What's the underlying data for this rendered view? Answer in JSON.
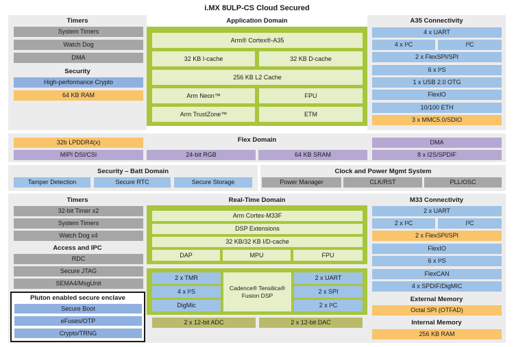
{
  "title": "i.MX 8ULP-CS Cloud Secured",
  "timers_top": {
    "header": "Timers",
    "items": [
      "System Timers",
      "Watch Dog",
      "DMA"
    ],
    "security_header": "Security",
    "security_items": [
      "High-performance Crypto",
      "64 KB RAM"
    ]
  },
  "app_domain": {
    "header": "Application Domain",
    "cortex": "Arm® Cortex®-A35",
    "icache": "32 KB I-cache",
    "dcache": "32 KB D-cache",
    "l2": "256 KB L2 Cache",
    "neon": "Arm Neon™",
    "fpu": "FPU",
    "trustzone": "Arm TrustZone™",
    "etm": "ETM"
  },
  "a35_conn": {
    "header": "A35 Connectivity",
    "uart": "4 x UART",
    "i2c_left": "4 x I²C",
    "i3c": "I³C",
    "flexspi": "2 x FlexSPI/SPI",
    "i2s": "6 x I²S",
    "usb": "1 x USB 2.0 OTG",
    "flexio": "FlexIO",
    "eth": "10/100 ETH",
    "mmc": "3 x MMC5.0/SDIO"
  },
  "flex_domain": {
    "header": "Flex Domain",
    "lpddr": "32b LPDDR4(x)",
    "mipi": "MIPI DSI/CSI",
    "rgb": "24-bit RGB",
    "sram": "64 KB SRAM",
    "dma": "DMA",
    "i2s_spdif": "8 x I2S/SPDIF"
  },
  "security_batt": {
    "header": "Security – Batt Domain",
    "items": [
      "Tamper Detection",
      "Secure RTC",
      "Secure Storage"
    ]
  },
  "clock_power": {
    "header": "Clock and Power Mgmt System",
    "items": [
      "Power Manager",
      "CLK/RST",
      "PLL/OSC"
    ]
  },
  "timers_bottom": {
    "header": "Timers",
    "items": [
      "32-bit Timer x2",
      "System Timers",
      "Watch Dog x4"
    ],
    "ipc_header": "Access and IPC",
    "ipc_items": [
      "RDC",
      "Secure JTAG",
      "SEMA4/MsgUnit"
    ],
    "pluton_header": "Pluton enabled secure enclave",
    "pluton_items": [
      "Secure Boot",
      "eFuses/OTP",
      "Crypto/TRNG"
    ]
  },
  "rt_domain": {
    "header": "Real-Time Domain",
    "cortex": "Arm Cortex-M33F",
    "dsp_ext": "DSP Extensions",
    "cache": "32 KB/32 KB I/D-cache",
    "dap": "DAP",
    "mpu": "MPU",
    "fpu": "FPU",
    "tmr": "2 x TMR",
    "i2s": "4 x I²S",
    "digmic": "DigMic",
    "dsp_line1": "Cadence® Tensilica®",
    "dsp_line2": "Fusion DSP",
    "uart": "2 x UART",
    "spi": "2 x SPI",
    "i2c": "2 x I²C",
    "adc": "2 x 12-bit ADC",
    "dac": "2 x 12-bit DAC"
  },
  "m33_conn": {
    "header": "M33 Connectivity",
    "uart": "2 x UART",
    "i2c_left": "2 x I²C",
    "i3c": "I³C",
    "flexspi": "2 x FlexSPI/SPI",
    "flexio": "FlexIO",
    "i2s": "6 x I²S",
    "flexcan": "FlexCAN",
    "spdif": "4 x SPDIF/DigMIC",
    "ext_header": "External Memory",
    "octal": "Octal SPI (OTFAD)",
    "int_header": "Internal Memory",
    "ram": "256 KB RAM"
  }
}
